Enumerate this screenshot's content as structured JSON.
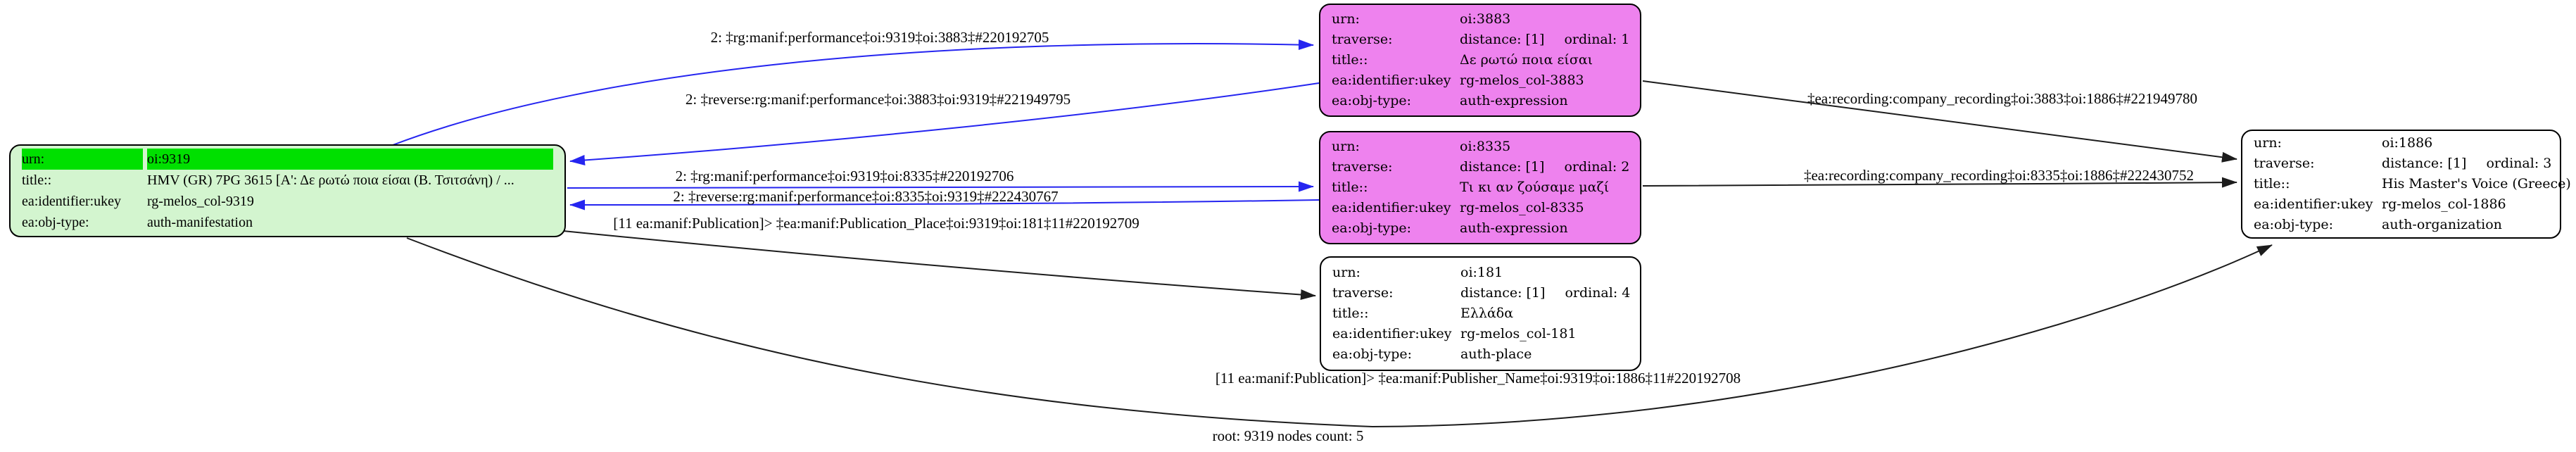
{
  "colors": {
    "edge_blue": "#2525f0",
    "edge_black": "#1c1c1c",
    "node_green_fill": "#d3f5cf",
    "node_green_highlight": "#00e000",
    "node_magenta_fill": "#ee82ee",
    "node_white_fill": "#ffffff"
  },
  "root_label": "root: 9319 nodes count: 5",
  "nodes": {
    "oi9319": {
      "urn_label": "urn:",
      "urn_value": "oi:9319",
      "title_label": "title::",
      "title_value": "HMV (GR) 7PG 3615 [Α': Δε ρωτώ ποια είσαι (Β. Τσιτσάνη) / ...",
      "ukey_label": "ea:identifier:ukey",
      "ukey_value": "rg-melos_col-9319",
      "objtype_label": "ea:obj-type:",
      "objtype_value": "auth-manifestation"
    },
    "oi3883": {
      "urn_label": "urn:",
      "urn_value": "oi:3883",
      "traverse_label": "traverse:",
      "distance_value": "distance: [1]",
      "ordinal_value": "ordinal: 1",
      "title_label": "title::",
      "title_value": "Δε ρωτώ ποια είσαι",
      "ukey_label": "ea:identifier:ukey",
      "ukey_value": "rg-melos_col-3883",
      "objtype_label": "ea:obj-type:",
      "objtype_value": "auth-expression"
    },
    "oi8335": {
      "urn_label": "urn:",
      "urn_value": "oi:8335",
      "traverse_label": "traverse:",
      "distance_value": "distance: [1]",
      "ordinal_value": "ordinal: 2",
      "title_label": "title::",
      "title_value": "Τι κι αν ζούσαμε μαζί",
      "ukey_label": "ea:identifier:ukey",
      "ukey_value": "rg-melos_col-8335",
      "objtype_label": "ea:obj-type:",
      "objtype_value": "auth-expression"
    },
    "oi181": {
      "urn_label": "urn:",
      "urn_value": "oi:181",
      "traverse_label": "traverse:",
      "distance_value": "distance: [1]",
      "ordinal_value": "ordinal: 4",
      "title_label": "title::",
      "title_value": "Ελλάδα",
      "ukey_label": "ea:identifier:ukey",
      "ukey_value": "rg-melos_col-181",
      "objtype_label": "ea:obj-type:",
      "objtype_value": "auth-place"
    },
    "oi1886": {
      "urn_label": "urn:",
      "urn_value": "oi:1886",
      "traverse_label": "traverse:",
      "distance_value": "distance: [1]",
      "ordinal_value": "ordinal: 3",
      "title_label": "title::",
      "title_value": "His Master's Voice (Greece)",
      "ukey_label": "ea:identifier:ukey",
      "ukey_value": "rg-melos_col-1886",
      "objtype_label": "ea:obj-type:",
      "objtype_value": "auth-organization"
    }
  },
  "edges": {
    "performance_3883": "2: ‡rg:manif:performance‡oi:9319‡oi:3883‡#220192705",
    "reverse_3883": "2: ‡reverse:rg:manif:performance‡oi:3883‡oi:9319‡#221949795",
    "performance_8335": "2: ‡rg:manif:performance‡oi:9319‡oi:8335‡#220192706",
    "reverse_8335": "2: ‡reverse:rg:manif:performance‡oi:8335‡oi:9319‡#222430767",
    "publication_place": "[11 ea:manif:Publication]> ‡ea:manif:Publication_Place‡oi:9319‡oi:181‡11#220192709",
    "company_recording_3883": "‡ea:recording:company_recording‡oi:3883‡oi:1886‡#221949780",
    "company_recording_8335": "‡ea:recording:company_recording‡oi:8335‡oi:1886‡#222430752",
    "publisher_name": "[11 ea:manif:Publication]> ‡ea:manif:Publisher_Name‡oi:9319‡oi:1886‡11#220192708"
  }
}
